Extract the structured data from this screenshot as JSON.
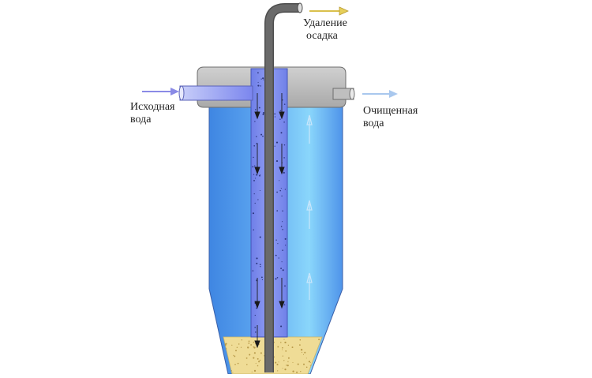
{
  "labels": {
    "sludge_removal": [
      "Удаление",
      "осадка"
    ],
    "raw_water": [
      "Исходная",
      "вода"
    ],
    "clean_water": [
      "Очищенная",
      "вода"
    ]
  },
  "colors": {
    "tank_blue": "#5aa8ec",
    "center_column": "#7f8ff0",
    "lid_gray": "#b8b8b8",
    "pipe_dark": "#555555",
    "sediment": "#efdc96",
    "arrow_yellow": "#e6cf5a",
    "arrow_inlet": "#8a8ae6",
    "arrow_outlet": "#a9c8ee"
  }
}
